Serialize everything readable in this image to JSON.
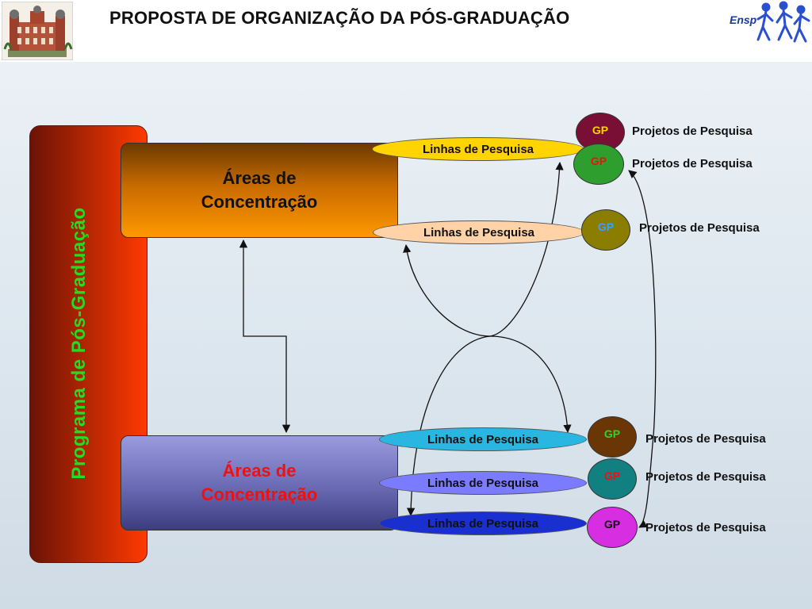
{
  "title": "PROPOSTA DE ORGANIZAÇÃO DA PÓS-GRADUAÇÃO",
  "program_label": "Programa de Pós-Graduação",
  "logo_right_text": "Ensp",
  "area_top": {
    "line1": "Áreas de",
    "line2": "Concentração"
  },
  "area_bottom": {
    "line1": "Áreas de",
    "line2": "Concentração"
  },
  "lines": [
    {
      "label": "Linhas de Pesquisa",
      "color": "#ffd400"
    },
    {
      "label": "Linhas de Pesquisa",
      "color": "#ffd2a8"
    },
    {
      "label": "Linhas de Pesquisa",
      "color": "#29b6e0"
    },
    {
      "label": "Linhas de Pesquisa",
      "color": "#7b7bff"
    },
    {
      "label": "Linhas de Pesquisa",
      "color": "#1a2fd0"
    }
  ],
  "groups": [
    {
      "label": "GP",
      "fill": "#7a0f35",
      "text_color": "#ffd400",
      "project": "Projetos de Pesquisa"
    },
    {
      "label": "GP",
      "fill": "#2e9f2e",
      "text_color": "#ee1111",
      "project": "Projetos de Pesquisa"
    },
    {
      "label": "GP",
      "fill": "#8a7d00",
      "text_color": "#3aa0ff",
      "project": "Projetos de Pesquisa"
    },
    {
      "label": "GP",
      "fill": "#6b3606",
      "text_color": "#22dd22",
      "project": "Projetos de Pesquisa"
    },
    {
      "label": "GP",
      "fill": "#128080",
      "text_color": "#ee1111",
      "project": "Projetos de Pesquisa"
    },
    {
      "label": "GP",
      "fill": "#d62ee0",
      "text_color": "#111111",
      "project": "Projetos de Pesquisa"
    }
  ]
}
